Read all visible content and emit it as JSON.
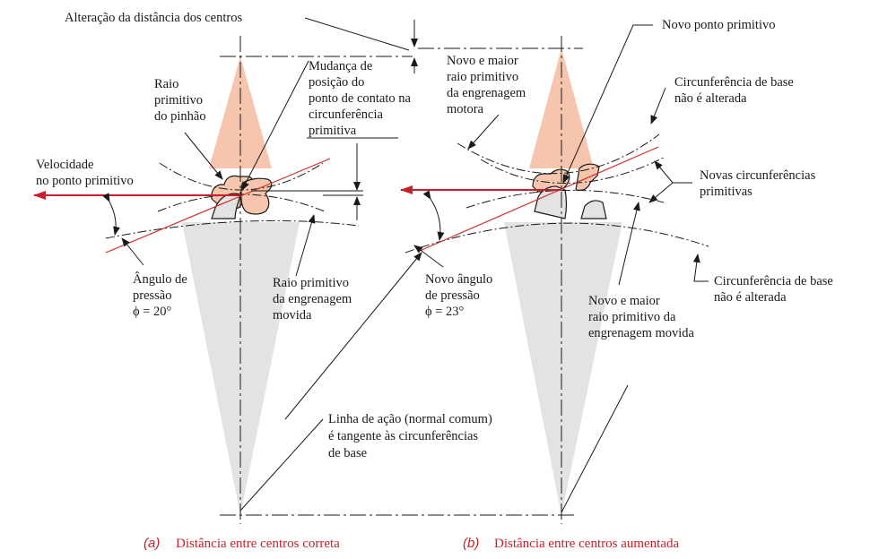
{
  "colors": {
    "pinion_fill": "#f5c6ad",
    "gear_fill": "#e3e3e3",
    "velocity_arrow": "#c8202a",
    "line_of_action": "#d0302e",
    "caption": "#c8202a",
    "ink": "#1a1a1a"
  },
  "labels": {
    "center_change": "Alteração da distância dos centros",
    "contact_shift": [
      "Mudança de",
      "posição do",
      "ponto de contato na",
      "circunferência",
      "primitiva"
    ],
    "pinion_radius": [
      "Raio",
      "primitivo",
      "do pinhão"
    ],
    "velocity": [
      "Velocidade",
      "no ponto primitivo"
    ],
    "pressure_angle_a": [
      "Ângulo de",
      "pressão",
      "ϕ = 20°"
    ],
    "driven_radius": [
      "Raio primitivo",
      "da engrenagem",
      "movida"
    ],
    "new_pitch_point": "Novo ponto primitivo",
    "new_driver_radius": [
      "Novo e maior",
      "raio primitivo",
      "da engrenagem",
      "motora"
    ],
    "base_circle_top": [
      "Circunferência de base",
      "não é alterada"
    ],
    "new_pitch_circles": [
      "Novas circunferências",
      "primitivas"
    ],
    "new_pressure_angle": [
      "Novo ângulo",
      "de pressão",
      "ϕ = 23°"
    ],
    "new_driven_radius": [
      "Novo e maior",
      "raio primitivo da",
      "engrenagem movida"
    ],
    "base_circle_bottom": [
      "Circunferência de base",
      "não é alterada"
    ],
    "line_of_action": [
      "Linha de ação (normal comum)",
      "é tangente às circunferências",
      "de base"
    ]
  },
  "captions": {
    "a_letter": "(a)",
    "a_text": "Distância entre centros correta",
    "b_letter": "(b)",
    "b_text": "Distância entre centros aumentada"
  }
}
